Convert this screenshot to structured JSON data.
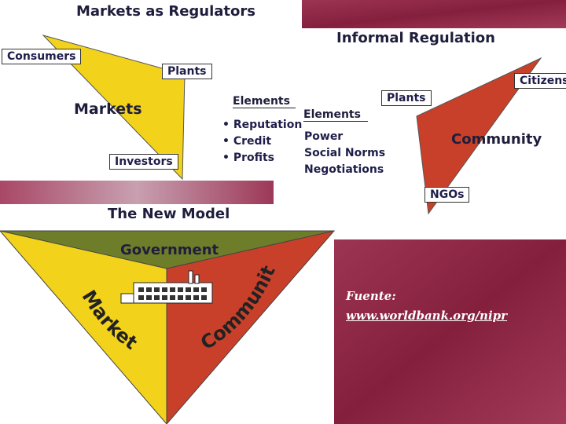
{
  "titles": {
    "markets_regulators": "Markets as Regulators",
    "informal_regulation": "Informal Regulation",
    "new_model": "The New Model"
  },
  "markets_section": {
    "triangle_label": "Markets",
    "boxes": {
      "consumers": "Consumers",
      "plants": "Plants",
      "investors": "Investors"
    },
    "elements_heading": "Elements",
    "elements": [
      "• Reputation",
      "• Credit",
      "• Profits"
    ]
  },
  "informal_section": {
    "triangle_label": "Community",
    "boxes": {
      "citizens": "Citizens",
      "plants": "Plants",
      "ngos": "NGOs"
    },
    "elements_heading": "Elements",
    "elements": [
      "Power",
      "Social Norms",
      "Negotiations"
    ]
  },
  "new_model": {
    "government": "Government",
    "markets_arc": "Markets",
    "community_arc": "Community"
  },
  "source": {
    "label": "Fuente:",
    "url": "www.worldbank.org/nipr"
  },
  "colors": {
    "maroon": "#8c1f3c",
    "yellow": "#f2d21a",
    "red": "#c8402a",
    "olive": "#6e7d2a"
  }
}
